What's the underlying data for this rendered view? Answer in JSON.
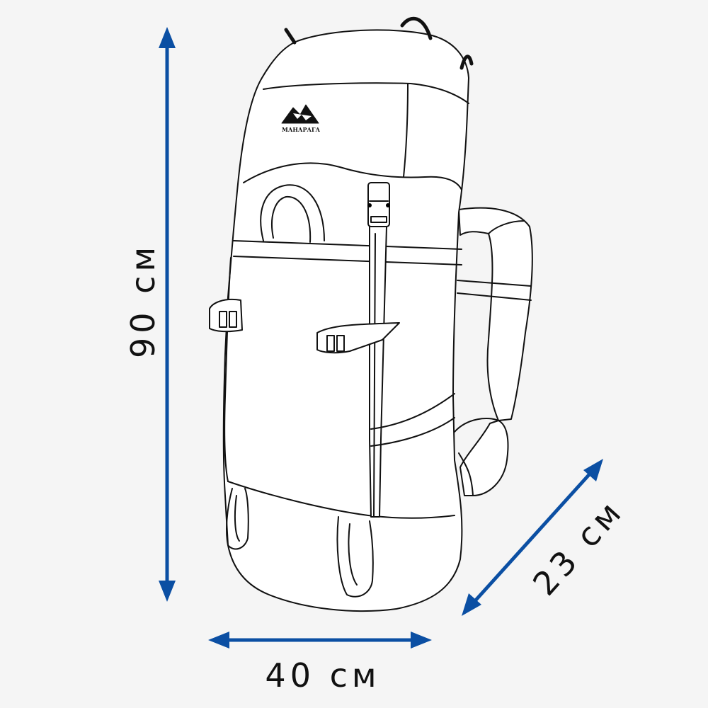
{
  "brand": {
    "name": "МАНАРАГА"
  },
  "dimensions": {
    "height": "90 см",
    "width": "40 см",
    "depth": "23 см"
  },
  "colors": {
    "arrow": "#0b4fa3",
    "outline": "#111111",
    "background": "#f5f5f5"
  },
  "icons": [
    "mountain-logo-icon"
  ]
}
